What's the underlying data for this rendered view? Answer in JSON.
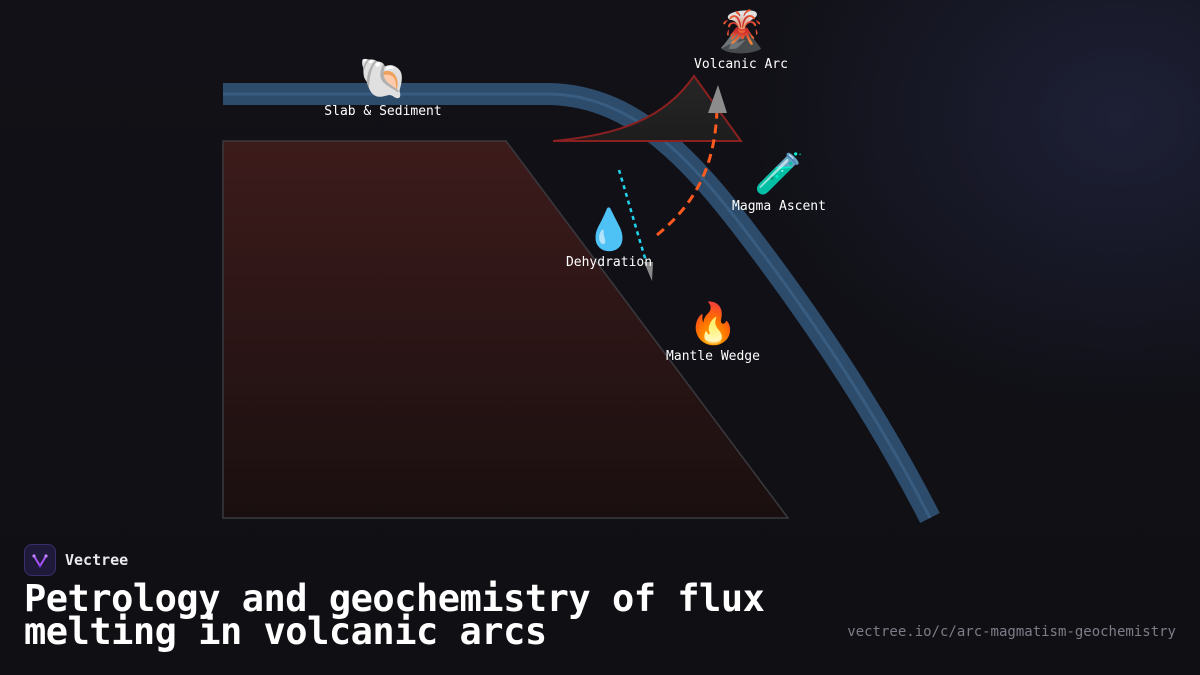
{
  "diagram": {
    "nodes": {
      "slab_sediment": {
        "label": "Slab & Sediment",
        "emoji": "🐚"
      },
      "volcanic_arc": {
        "label": "Volcanic Arc",
        "emoji": "🌋"
      },
      "magma_ascent": {
        "label": "Magma Ascent",
        "emoji": "🧪"
      },
      "dehydration": {
        "label": "Dehydration",
        "emoji": "💧"
      },
      "mantle_wedge": {
        "label": "Mantle Wedge",
        "emoji": "🔥"
      }
    },
    "colors": {
      "slab": "#2f4f70",
      "plate": "#3a1a1a",
      "volcano_outline": "#8a2020",
      "fluid_path": "#22d3ee",
      "magma_path": "#ff5a1f"
    }
  },
  "brand": {
    "name": "Vectree",
    "logo_icon": "vectree-logo-icon"
  },
  "title": "Petrology and geochemistry of flux melting in volcanic arcs",
  "url": "vectree.io/c/arc-magmatism-geochemistry"
}
